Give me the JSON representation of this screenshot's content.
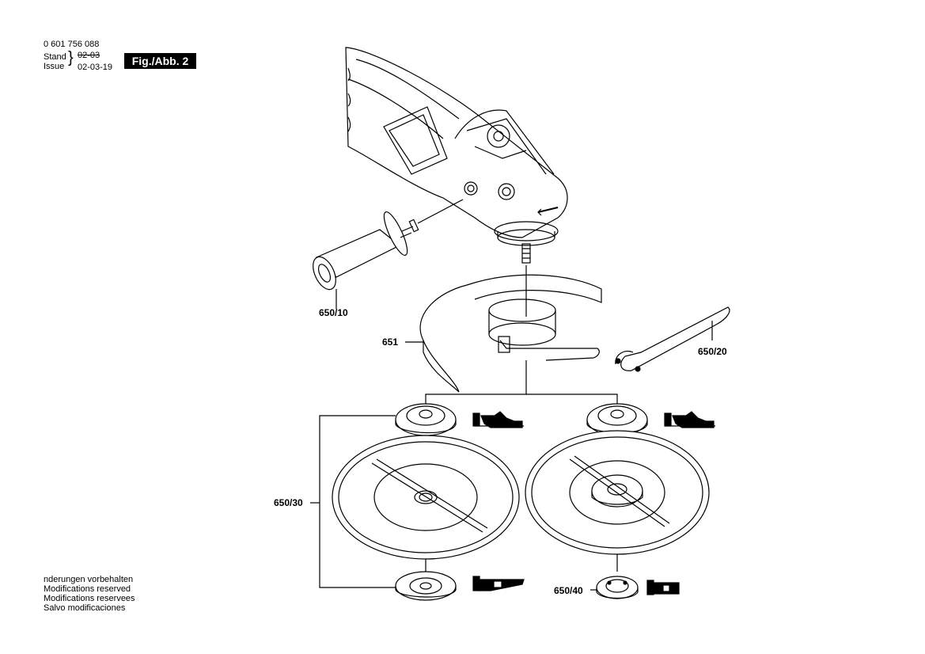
{
  "header": {
    "part_number": "0 601 756 088",
    "stand_label": "Stand",
    "issue_label": "Issue",
    "stand_date_struck": "02-03",
    "issue_date": "02-03-19",
    "figure_badge": "Fig./Abb. 2"
  },
  "notes": [
    "nderungen vorbehalten",
    "Modifications reserved",
    "Modifications reservees",
    "Salvo modificaciones"
  ],
  "callouts": {
    "auxiliary_handle": "650/10",
    "protection_guard": "651",
    "pin_spanner": "650/20",
    "flange_set": "650/30",
    "clamping_nut": "650/40"
  }
}
